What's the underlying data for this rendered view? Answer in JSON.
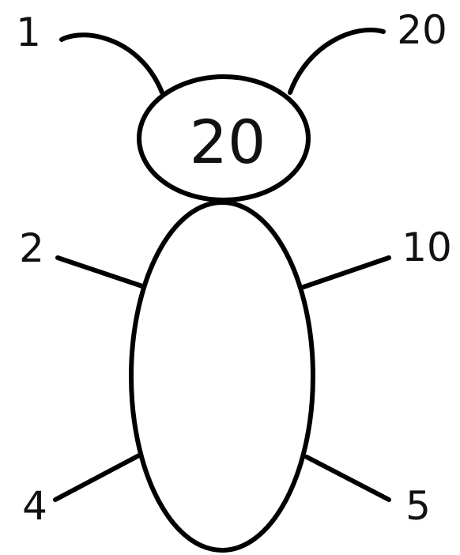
{
  "diagram": {
    "head_number": "20",
    "antenna_left": "1",
    "antenna_right": "20",
    "leg_upper_left": "2",
    "leg_upper_right": "10",
    "leg_lower_left": "4",
    "leg_lower_right": "5"
  }
}
